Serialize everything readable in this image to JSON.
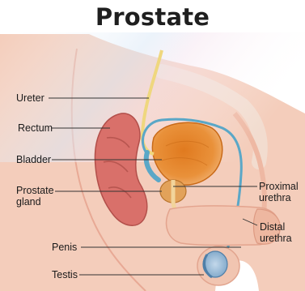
{
  "title": "Prostate",
  "labels": {
    "ureter": "Ureter",
    "rectum": "Rectum",
    "bladder": "Bladder",
    "prostate_gland_1": "Prostate",
    "prostate_gland_2": "gland",
    "proximal_urethra_1": "Proximal",
    "proximal_urethra_2": "urethra",
    "distal_urethra_1": "Distal",
    "distal_urethra_2": "urethra",
    "penis": "Penis",
    "testis": "Testis"
  },
  "colors": {
    "skin": "#f6d2c2",
    "rectum": "#d9706a",
    "bladder": "#e58a2e",
    "vas_deferens": "#5aa7c7",
    "ureter": "#efd77e",
    "urethra": "#f2d49b"
  }
}
